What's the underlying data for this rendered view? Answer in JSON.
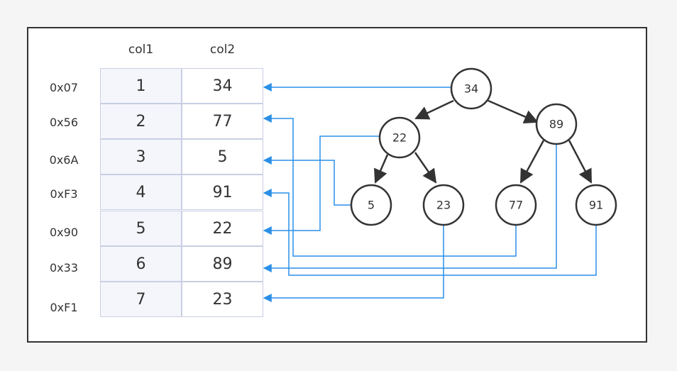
{
  "table": {
    "headers": [
      "col1",
      "col2"
    ],
    "rows": [
      {
        "address": "0x07",
        "col1": "1",
        "col2": "34"
      },
      {
        "address": "0x56",
        "col1": "2",
        "col2": "77"
      },
      {
        "address": "0x6A",
        "col1": "3",
        "col2": "5"
      },
      {
        "address": "0xF3",
        "col1": "4",
        "col2": "91"
      },
      {
        "address": "0x90",
        "col1": "5",
        "col2": "22"
      },
      {
        "address": "0x33",
        "col1": "6",
        "col2": "89"
      },
      {
        "address": "0xF1",
        "col1": "7",
        "col2": "23"
      }
    ]
  },
  "tree": {
    "nodes": [
      {
        "id": "n34",
        "label": "34"
      },
      {
        "id": "n22",
        "label": "22"
      },
      {
        "id": "n89",
        "label": "89"
      },
      {
        "id": "n5",
        "label": "5"
      },
      {
        "id": "n23",
        "label": "23"
      },
      {
        "id": "n77",
        "label": "77"
      },
      {
        "id": "n91",
        "label": "91"
      }
    ]
  },
  "colors": {
    "pointer_line": "#2a8fe8",
    "tree_edge": "#333333",
    "cell_border": "#c9cfe3",
    "col1_fill": "#f4f6fb"
  }
}
